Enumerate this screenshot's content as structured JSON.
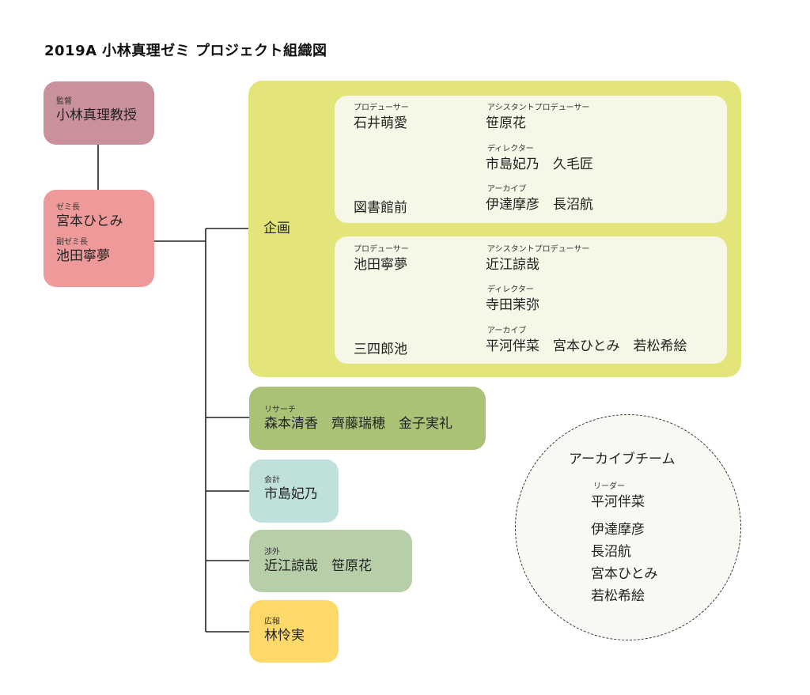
{
  "title": "2019A 小林真理ゼミ プロジェクト組織図",
  "colors": {
    "supervisor": "#c9919c",
    "leader": "#ef9a9a",
    "planning_bg": "#e3e57a",
    "team_bg": "#f6f7e6",
    "research": "#a9c276",
    "accounting": "#c0e0dc",
    "external": "#b6cfa9",
    "pr": "#fdd96a",
    "archive_bg": "#f9f8f2"
  },
  "supervisor": {
    "role": "監督",
    "name": "小林真理教授"
  },
  "leaders": [
    {
      "role": "ゼミ長",
      "name": "宮本ひとみ"
    },
    {
      "role": "副ゼミ長",
      "name": "池田寧夢"
    }
  ],
  "planning": {
    "label": "企画",
    "teams": [
      {
        "location": "図書館前",
        "producer": {
          "role": "プロデューサー",
          "name": "石井萌愛"
        },
        "members": [
          {
            "role": "アシスタントプロデューサー",
            "names": "笹原花"
          },
          {
            "role": "ディレクター",
            "names": "市島妃乃　久毛匠"
          },
          {
            "role": "アーカイブ",
            "names": "伊達摩彦　長沼航"
          }
        ]
      },
      {
        "location": "三四郎池",
        "producer": {
          "role": "プロデューサー",
          "name": "池田寧夢"
        },
        "members": [
          {
            "role": "アシスタントプロデューサー",
            "names": "近江諒哉"
          },
          {
            "role": "ディレクター",
            "names": "寺田茉弥"
          },
          {
            "role": "アーカイブ",
            "names": "平河伴菜　宮本ひとみ　若松希絵"
          }
        ]
      }
    ]
  },
  "departments": [
    {
      "role": "リサーチ",
      "names": "森本清香　齊藤瑞穂　金子実礼"
    },
    {
      "role": "会計",
      "names": "市島妃乃"
    },
    {
      "role": "渉外",
      "names": "近江諒哉　笹原花"
    },
    {
      "role": "広報",
      "names": "林怜実"
    }
  ],
  "archive_team": {
    "title": "アーカイブチーム",
    "leader_role": "リーダー",
    "leader": "平河伴菜",
    "members": [
      "伊達摩彦",
      "長沼航",
      "宮本ひとみ",
      "若松希絵"
    ]
  }
}
